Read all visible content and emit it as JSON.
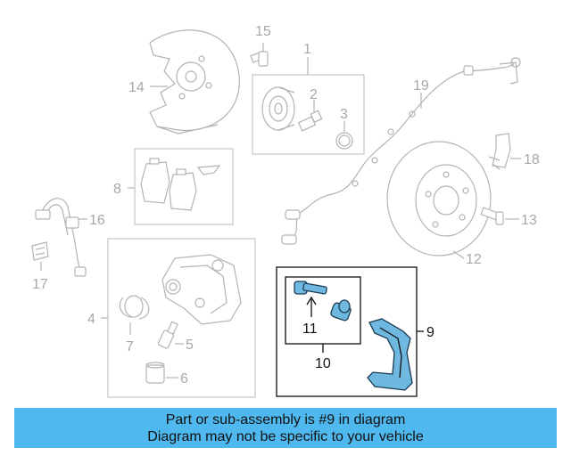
{
  "callouts": {
    "c1": "1",
    "c2": "2",
    "c3": "3",
    "c4": "4",
    "c5": "5",
    "c6": "6",
    "c7": "7",
    "c8": "8",
    "c9": "9",
    "c10": "10",
    "c11": "11",
    "c12": "12",
    "c13": "13",
    "c14": "14",
    "c15": "15",
    "c16": "16",
    "c17": "17",
    "c18": "18",
    "c19": "19"
  },
  "banner": {
    "line1": "Part or sub-assembly is #9 in diagram",
    "line2": "Diagram may not be specific to your vehicle"
  },
  "colors": {
    "highlight": "#6fb8e0",
    "banner": "#4fb8ee",
    "parts": "#b3b3b3"
  }
}
